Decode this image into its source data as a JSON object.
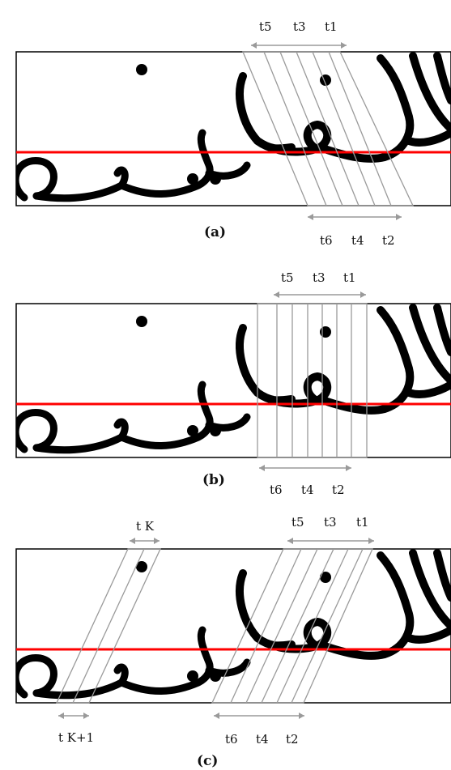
{
  "panels": [
    {
      "caption": "(a)",
      "top_labels": [
        "t5",
        "t3",
        "t1"
      ],
      "bottom_labels": [
        "t6",
        "t4",
        "t2"
      ]
    },
    {
      "caption": "(b)",
      "top_labels": [
        "t5",
        "t3",
        "t1"
      ],
      "bottom_labels": [
        "t6",
        "t4",
        "t2"
      ]
    },
    {
      "caption": "(c)",
      "top_labels": [
        "t5",
        "t3",
        "t1"
      ],
      "bottom_labels": [
        "t6",
        "t4",
        "t2"
      ],
      "extra_top_label": "t K",
      "extra_bottom_label": "t K+1"
    }
  ],
  "colors": {
    "baseline": "#ff0000",
    "window_lines": "#9a9a9a",
    "ink": "#000000"
  }
}
